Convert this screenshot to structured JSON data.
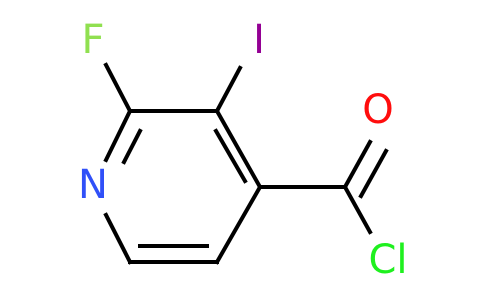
{
  "molecule": {
    "atoms": [
      {
        "id": "F",
        "label": "F",
        "color": "#90E050"
      },
      {
        "id": "I",
        "label": "I",
        "color": "#940094"
      },
      {
        "id": "N",
        "label": "N",
        "color": "#3050F8"
      },
      {
        "id": "O",
        "label": "O",
        "color": "#FF0D0D"
      },
      {
        "id": "Cl",
        "label": "Cl",
        "color": "#1FF01F"
      }
    ],
    "bond_color": "#000000"
  }
}
